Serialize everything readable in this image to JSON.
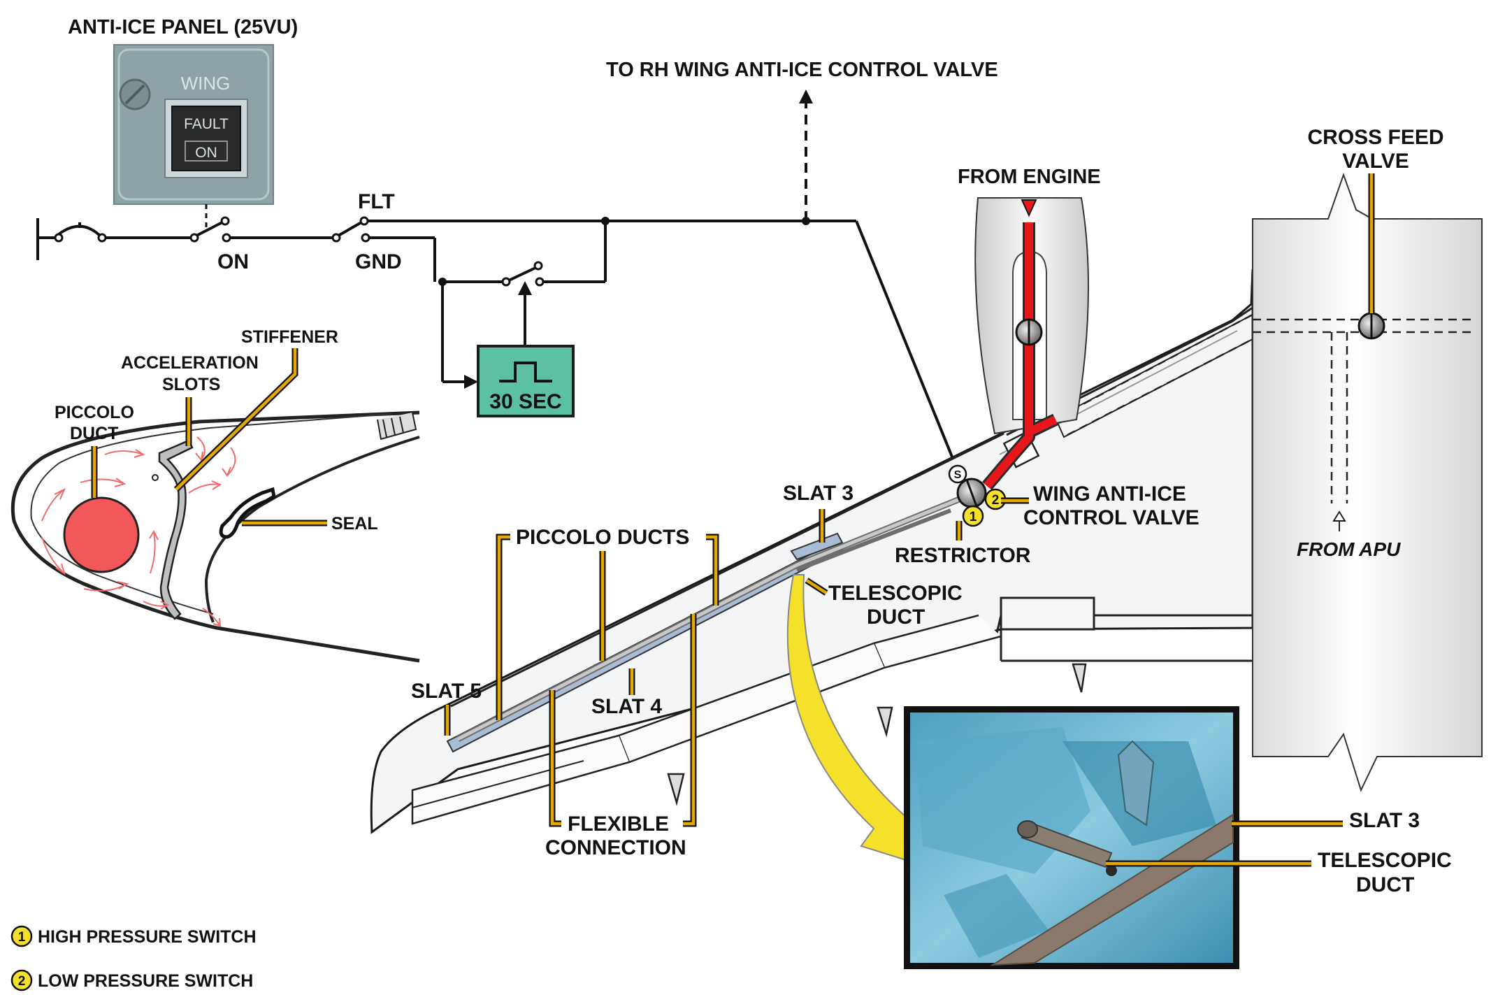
{
  "panel": {
    "title": "ANTI-ICE PANEL (25VU)",
    "switch_name": "WING",
    "fault_label": "FAULT",
    "on_label": "ON"
  },
  "circuit": {
    "to_rh_valve": "TO RH WING ANTI-ICE CONTROL VALVE",
    "flt": "FLT",
    "gnd": "GND",
    "on": "ON",
    "timer": "30 SEC"
  },
  "section": {
    "stiffener": "STIFFENER",
    "acceleration_1": "ACCELERATION",
    "acceleration_2": "SLOTS",
    "piccolo_1": "PICCOLO",
    "piccolo_2": "DUCT",
    "seal": "SEAL"
  },
  "wing": {
    "from_engine": "FROM ENGINE",
    "cross_feed_1": "CROSS FEED",
    "cross_feed_2": "VALVE",
    "valve_1": "WING ANTI-ICE",
    "valve_2": "CONTROL VALVE",
    "restrictor": "RESTRICTOR",
    "from_apu": "FROM APU",
    "slat3": "SLAT 3",
    "slat4": "SLAT 4",
    "slat5": "SLAT 5",
    "piccolo_ducts": "PICCOLO DUCTS",
    "telescopic_1": "TELESCOPIC",
    "telescopic_2": "DUCT",
    "flexible_1": "FLEXIBLE",
    "flexible_2": "CONNECTION",
    "pressure_switch_mark": "S"
  },
  "photo": {
    "slat3": "SLAT 3",
    "telescopic_1": "TELESCOPIC",
    "telescopic_2": "DUCT"
  },
  "legend": [
    {
      "num": "1",
      "text": "HIGH PRESSURE SWITCH"
    },
    {
      "num": "2",
      "text": "LOW PRESSURE SWITCH"
    }
  ],
  "colors": {
    "hot_air": "#e8171c",
    "leader": "#e6a800",
    "callout": "#f5e12a",
    "timer_box": "#5cc0a4",
    "panel": "#8ea3a8",
    "slat_duct": "#a9bcd6",
    "photo": "#6fb8d4"
  }
}
